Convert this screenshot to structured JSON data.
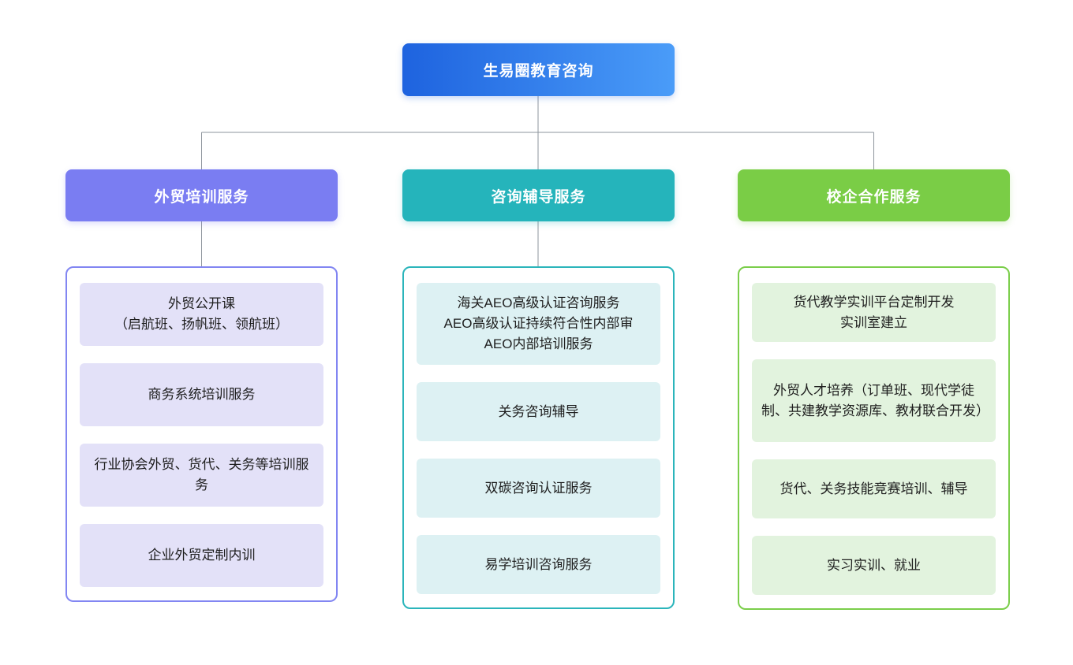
{
  "root": {
    "label": "生易圈教育咨询"
  },
  "branches": [
    {
      "id": "trade",
      "label": "外贸培训服务",
      "items": [
        "外贸公开课\n（启航班、扬帆班、领航班）",
        "商务系统培训服务",
        "行业协会外贸、货代、关务等培训服务",
        "企业外贸定制内训"
      ]
    },
    {
      "id": "consult",
      "label": "咨询辅导服务",
      "items": [
        "海关AEO高级认证咨询服务\nAEO高级认证持续符合性内部审\nAEO内部培训服务",
        "关务咨询辅导",
        "双碳咨询认证服务",
        "易学培训咨询服务"
      ]
    },
    {
      "id": "school",
      "label": "校企合作服务",
      "items": [
        "货代教学实训平台定制开发\n实训室建立",
        "外贸人才培养（订单班、现代学徒制、共建教学资源库、教材联合开发）",
        "货代、关务技能竞赛培训、辅导",
        "实习实训、就业"
      ]
    }
  ],
  "colors": {
    "root_gradient_start": "#1E63DF",
    "root_gradient_end": "#4A9CF8",
    "branch_trade": "#7A7DF2",
    "branch_consult": "#25B4BB",
    "branch_school": "#7ACD46",
    "item_fill_trade": "#E3E1F8",
    "item_fill_consult": "#DDF1F3",
    "item_fill_school": "#E2F3DE",
    "connector": "#8E959D",
    "background": "#FFFFFF"
  }
}
